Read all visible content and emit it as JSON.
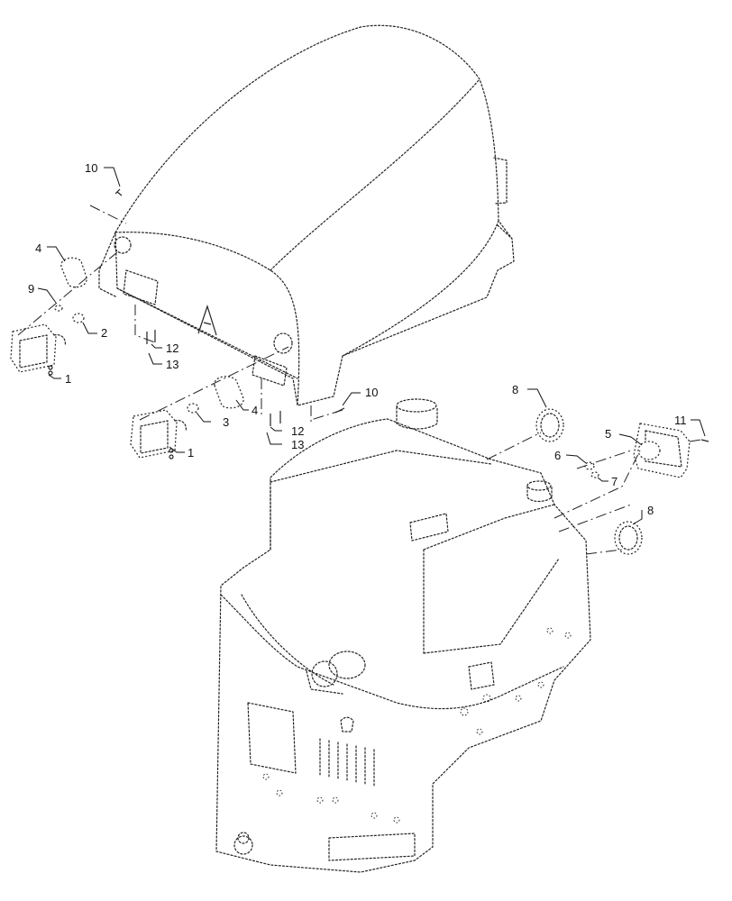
{
  "callouts": {
    "c1a": "1",
    "c1b": "1",
    "c2": "2",
    "c3": "3",
    "c4a": "4",
    "c4b": "4",
    "c5": "5",
    "c6": "6",
    "c7": "7",
    "c8a": "8",
    "c8b": "8",
    "c9": "9",
    "c10a": "10",
    "c10b": "10",
    "c11": "11",
    "c12a": "12",
    "c12b": "12",
    "c13a": "13",
    "c13b": "13"
  }
}
